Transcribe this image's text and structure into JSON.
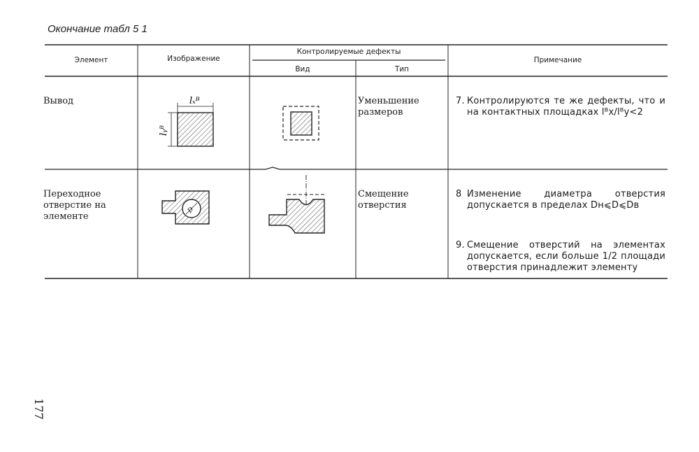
{
  "caption": "Окончание табл 5 1",
  "headers": {
    "element": "Элемент",
    "image": "Изображение",
    "controlled_defects": "Контролируемые дефекты",
    "kind": "Вид",
    "type": "Тип",
    "note": "Примечание"
  },
  "rows": [
    {
      "element": "Вывод",
      "defect_type": "Уменьшение размеров",
      "dim_x": "lₓᴮ",
      "dim_y": "lᵧᴮ",
      "notes": [
        {
          "num": "7.",
          "text": "Контролируются те же дефекты, что и на контактных площадках lᴮx/lᴮy<2"
        }
      ]
    },
    {
      "element": "Переходное отверстие на элементе",
      "defect_type": "Смещение отверстия",
      "dim_d": "D",
      "notes": [
        {
          "num": "8",
          "text": "Изменение диаметра отверстия допускается в пределах Dн⩽D⩽Dв"
        },
        {
          "num": "9.",
          "text": "Смещение отверстий на элементах допускается, если больше 1/2 площади отверстия принадлежит элементу"
        }
      ]
    }
  ],
  "page_number": "177"
}
